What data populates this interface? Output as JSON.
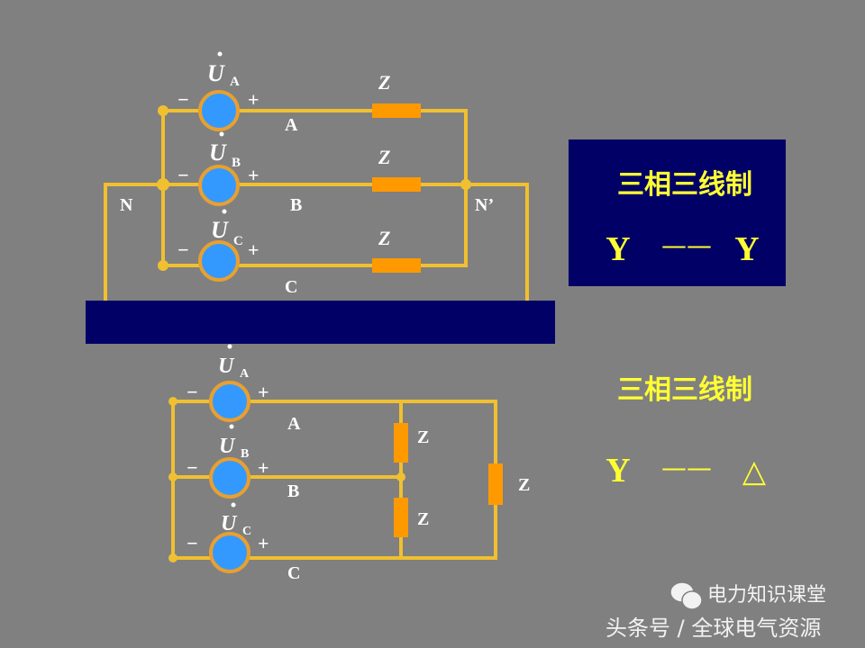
{
  "colors": {
    "background": "#808080",
    "wire": "#f0c030",
    "resistor": "#ff9900",
    "source_fill": "#3399ff",
    "source_ring": "#e8a030",
    "panel": "#000066",
    "caption": "#ffff33"
  },
  "top_circuit": {
    "sources": [
      {
        "symbol": "U",
        "sub": "A"
      },
      {
        "symbol": "U",
        "sub": "B"
      },
      {
        "symbol": "U",
        "sub": "C"
      }
    ],
    "minus": "−",
    "plus": "+",
    "lines": [
      "A",
      "B",
      "C"
    ],
    "impedance": "Z",
    "neutral_source": "N",
    "neutral_load": "N’"
  },
  "top_caption": {
    "title": "三相三线制",
    "left": "Y",
    "dash": "——",
    "right": "Y"
  },
  "bottom_circuit": {
    "sources": [
      {
        "symbol": "U",
        "sub": "A"
      },
      {
        "symbol": "U",
        "sub": "B"
      },
      {
        "symbol": "U",
        "sub": "C"
      }
    ],
    "minus": "−",
    "plus": "+",
    "lines": [
      "A",
      "B",
      "C"
    ],
    "impedance": "Z"
  },
  "bottom_caption": {
    "title": "三相三线制",
    "left": "Y",
    "dash": "——",
    "right": "△"
  },
  "watermark": {
    "line1": "电力知识课堂",
    "line2": "头条号 / 全球电气资源",
    "icon": "wechat-icon"
  }
}
